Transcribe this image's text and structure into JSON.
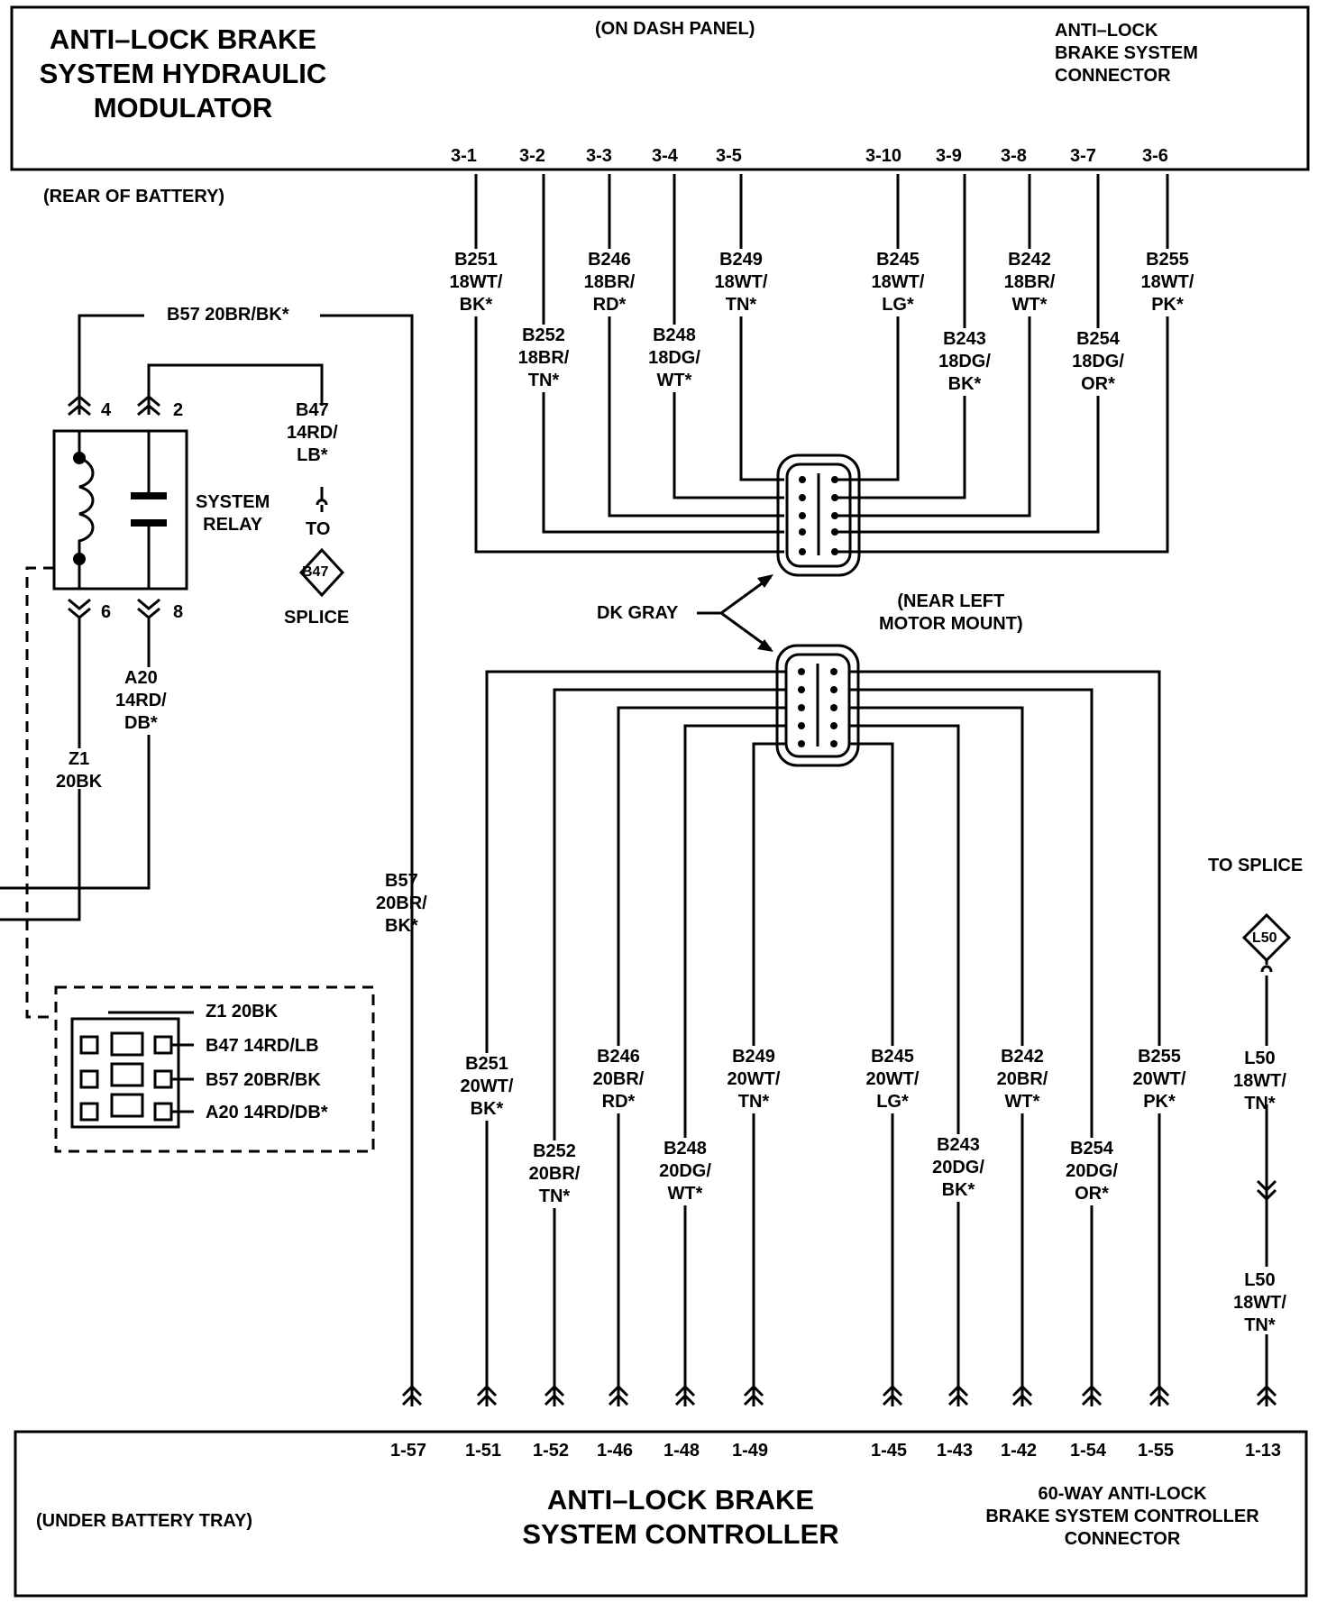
{
  "modulator": {
    "title": "ANTI–LOCK BRAKE\nSYSTEM HYDRAULIC\nMODULATOR",
    "location": "(ON DASH PANEL)",
    "connector": "ANTI–LOCK\nBRAKE SYSTEM\nCONNECTOR",
    "pins": [
      "3-1",
      "3-2",
      "3-3",
      "3-4",
      "3-5",
      "3-10",
      "3-9",
      "3-8",
      "3-7",
      "3-6"
    ]
  },
  "rear_of_battery": "(REAR OF BATTERY)",
  "relay": {
    "label": "SYSTEM\nRELAY",
    "pin4": "4",
    "pin2": "2",
    "pin6": "6",
    "pin8": "8",
    "top_wire": "B57 20BR/BK*",
    "b47": "B47\n14RD/\nLB*",
    "to": "TO",
    "splice_b47": "B47",
    "splice": "SPLICE",
    "a20": "A20\n14RD/\nDB*",
    "z1": "Z1\n20BK"
  },
  "upper_wires": [
    {
      "name": "B251",
      "text": "B251\n18WT/\nBK*"
    },
    {
      "name": "B252",
      "text": "B252\n18BR/\nTN*"
    },
    {
      "name": "B246",
      "text": "B246\n18BR/\nRD*"
    },
    {
      "name": "B248",
      "text": "B248\n18DG/\nWT*"
    },
    {
      "name": "B249",
      "text": "B249\n18WT/\nTN*"
    },
    {
      "name": "B245",
      "text": "B245\n18WT/\nLG*"
    },
    {
      "name": "B243",
      "text": "B243\n18DG/\nBK*"
    },
    {
      "name": "B242",
      "text": "B242\n18BR/\nWT*"
    },
    {
      "name": "B254",
      "text": "B254\n18DG/\nOR*"
    },
    {
      "name": "B255",
      "text": "B255\n18WT/\nPK*"
    }
  ],
  "dk_gray": "DK GRAY",
  "near_left_motor": "(NEAR LEFT\nMOTOR MOUNT)",
  "b57_vertical": "B57\n20BR/\nBK*",
  "to_splice": "TO SPLICE",
  "l50_splice": "L50",
  "l50_upper": "L50\n18WT/\nTN*",
  "l50_lower": "L50\n18WT/\nTN*",
  "lower_wires": [
    {
      "name": "B251",
      "text": "B251\n20WT/\nBK*"
    },
    {
      "name": "B252",
      "text": "B252\n20BR/\nTN*"
    },
    {
      "name": "B246",
      "text": "B246\n20BR/\nRD*"
    },
    {
      "name": "B248",
      "text": "B248\n20DG/\nWT*"
    },
    {
      "name": "B249",
      "text": "B249\n20WT/\nTN*"
    },
    {
      "name": "B245",
      "text": "B245\n20WT/\nLG*"
    },
    {
      "name": "B243",
      "text": "B243\n20DG/\nBK*"
    },
    {
      "name": "B242",
      "text": "B242\n20BR/\nWT*"
    },
    {
      "name": "B254",
      "text": "B254\n20DG/\nOR*"
    },
    {
      "name": "B255",
      "text": "B255\n20WT/\nPK*"
    }
  ],
  "relay_connector": {
    "z1": "Z1 20BK",
    "b47": "B47 14RD/LB",
    "b57": "B57 20BR/BK",
    "a20": "A20 14RD/DB*"
  },
  "controller": {
    "title": "ANTI–LOCK BRAKE\nSYSTEM CONTROLLER",
    "location": "(UNDER BATTERY TRAY)",
    "connector": "60-WAY ANTI-LOCK\nBRAKE SYSTEM CONTROLLER\nCONNECTOR",
    "pins": [
      "1-57",
      "1-51",
      "1-52",
      "1-46",
      "1-48",
      "1-49",
      "1-45",
      "1-43",
      "1-42",
      "1-54",
      "1-55",
      "1-13"
    ]
  }
}
